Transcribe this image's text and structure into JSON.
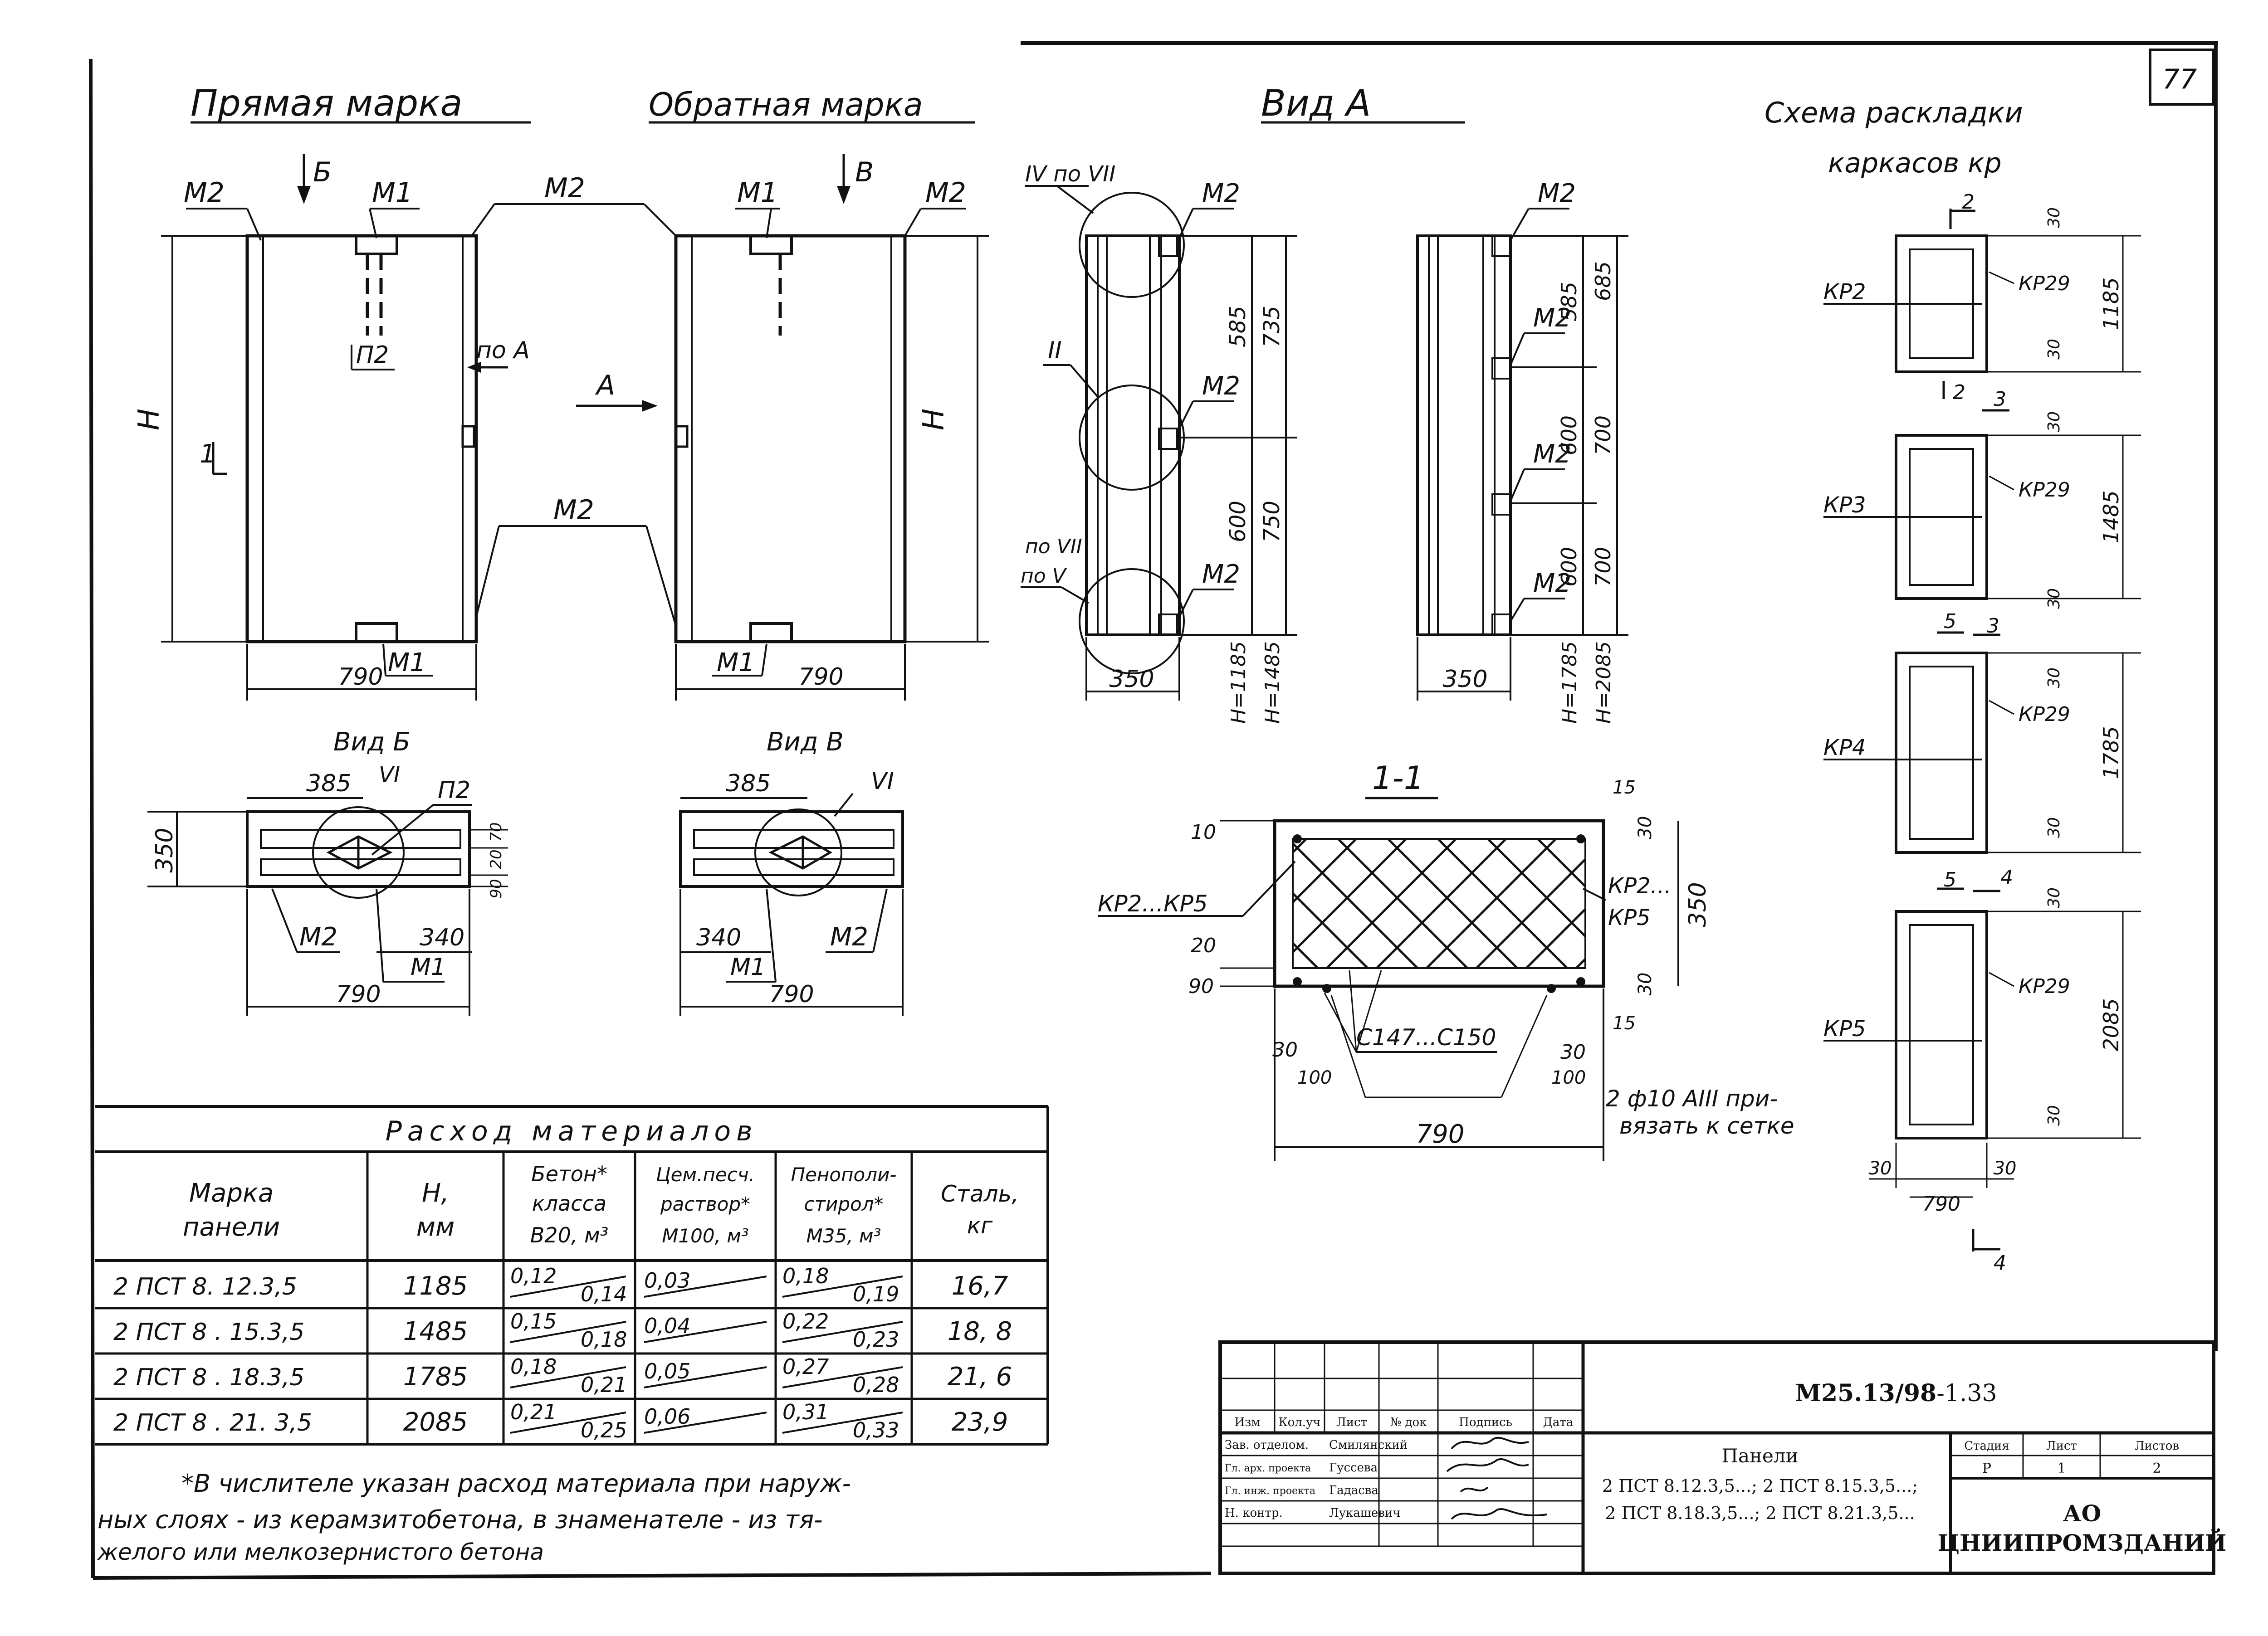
{
  "sheet": {
    "number": "77",
    "code": "М25.13/98",
    "code_suffix": "-1.33"
  },
  "views": {
    "direct_mark": "Прямая марка",
    "reverse_mark": "Обратная марка",
    "view_a": "Вид А",
    "view_b": "Вид Б",
    "view_v": "Вид В",
    "scheme_title_1": "Схема раскладки",
    "scheme_title_2": "каркасов кр",
    "section": "1-1"
  },
  "labels": {
    "m1": "М1",
    "m2": "М2",
    "p2": "П2",
    "h": "Н",
    "b": "Б",
    "v": "В",
    "a": "А",
    "po_a": "по А",
    "one": "1",
    "iv_po_vii": "IV по VII",
    "ii": "II",
    "po_vii": "по VII",
    "po_v": "по V",
    "vi": "VI",
    "kp2": "КР2",
    "kp3": "КР3",
    "kp4": "КР4",
    "kp5": "КР5",
    "kp29": "КР29",
    "kp2_kp5": "КР2...КР5",
    "kp2_dots": "КР2...",
    "kp5_only": "КР5",
    "c147_c150": "С147...С150",
    "rebar_1": "2 ф10 АIII при-",
    "rebar_2": "вязать к сетке",
    "cut_2": "2",
    "cut_3": "3",
    "cut_4": "4",
    "cut_5": "5"
  },
  "dims": {
    "d790": "790",
    "d350": "350",
    "d385": "385",
    "d340": "340",
    "d585": "585",
    "d735": "735",
    "d600": "600",
    "d750": "750",
    "d685": "685",
    "d700": "700",
    "d70": "70",
    "d20": "20",
    "d90": "90",
    "d10": "10",
    "d30": "30",
    "d15": "15",
    "d100": "100",
    "d1185": "1185",
    "d1485": "1485",
    "d1785": "1785",
    "d2085": "2085",
    "h1185": "Н=1185",
    "h1485": "Н=1485",
    "h1785": "Н=1785",
    "h2085": "Н=2085"
  },
  "materials_table": {
    "title": "Расход материалов",
    "headers": {
      "mark_1": "Марка",
      "mark_2": "панели",
      "h_1": "Н,",
      "h_2": "мм",
      "concrete_1": "Бетон*",
      "concrete_2": "класса",
      "concrete_3": "В20, м³",
      "mortar_1": "Цем.песч.",
      "mortar_2": "раствор*",
      "mortar_3": "М100, м³",
      "foam_1": "Пенополи-",
      "foam_2": "стирол*",
      "foam_3": "М35, м³",
      "steel_1": "Сталь,",
      "steel_2": "кг"
    },
    "rows": [
      {
        "mark": "2 ПСТ 8. 12.3,5",
        "h": "1185",
        "concrete_num": "0,12",
        "concrete_den": "0,14",
        "mortar": "0,03",
        "foam_num": "0,18",
        "foam_den": "0,19",
        "steel": "16,7"
      },
      {
        "mark": "2 ПСТ 8 . 15.3,5",
        "h": "1485",
        "concrete_num": "0,15",
        "concrete_den": "0,18",
        "mortar": "0,04",
        "foam_num": "0,22",
        "foam_den": "0,23",
        "steel": "18, 8"
      },
      {
        "mark": "2 ПСТ 8 . 18.3,5",
        "h": "1785",
        "concrete_num": "0,18",
        "concrete_den": "0,21",
        "mortar": "0,05",
        "foam_num": "0,27",
        "foam_den": "0,28",
        "steel": "21, 6"
      },
      {
        "mark": "2 ПСТ 8 . 21. 3,5",
        "h": "2085",
        "concrete_num": "0,21",
        "concrete_den": "0,25",
        "mortar": "0,06",
        "foam_num": "0,31",
        "foam_den": "0,33",
        "steel": "23,9"
      }
    ],
    "note_1": "*В числителе указан расход материала при наруж-",
    "note_2": "ных слоях - из керамзитобетона, в знаменателе - из тя-",
    "note_3": "желого или мелкозернистого бетона"
  },
  "title_block": {
    "head_izm": "Изм",
    "head_koluch": "Кол.уч",
    "head_list": "Лист",
    "head_ndok": "№ док",
    "head_podpis": "Подпись",
    "head_data": "Дата",
    "role_1": "Зав. отделом.",
    "name_1": "Смилянский",
    "role_2": "Гл. арх. проекта",
    "name_2": "Гуссева",
    "role_3": "Гл. инж. проекта",
    "name_3": "Гадасва",
    "role_4": "Н. контр.",
    "name_4": "Лукашевич",
    "doc_title": "Панели",
    "doc_line_1": "2 ПСТ 8.12.3,5...; 2 ПСТ 8.15.3,5...;",
    "doc_line_2": "2 ПСТ 8.18.3,5...; 2 ПСТ 8.21.3,5...",
    "stage_label": "Стадия",
    "sheet_label": "Лист",
    "sheets_label": "Листов",
    "stage": "Р",
    "sheet": "1",
    "sheets": "2",
    "org_1": "АО",
    "org_2": "ЦНИИПРОМЗДАНИЙ"
  }
}
